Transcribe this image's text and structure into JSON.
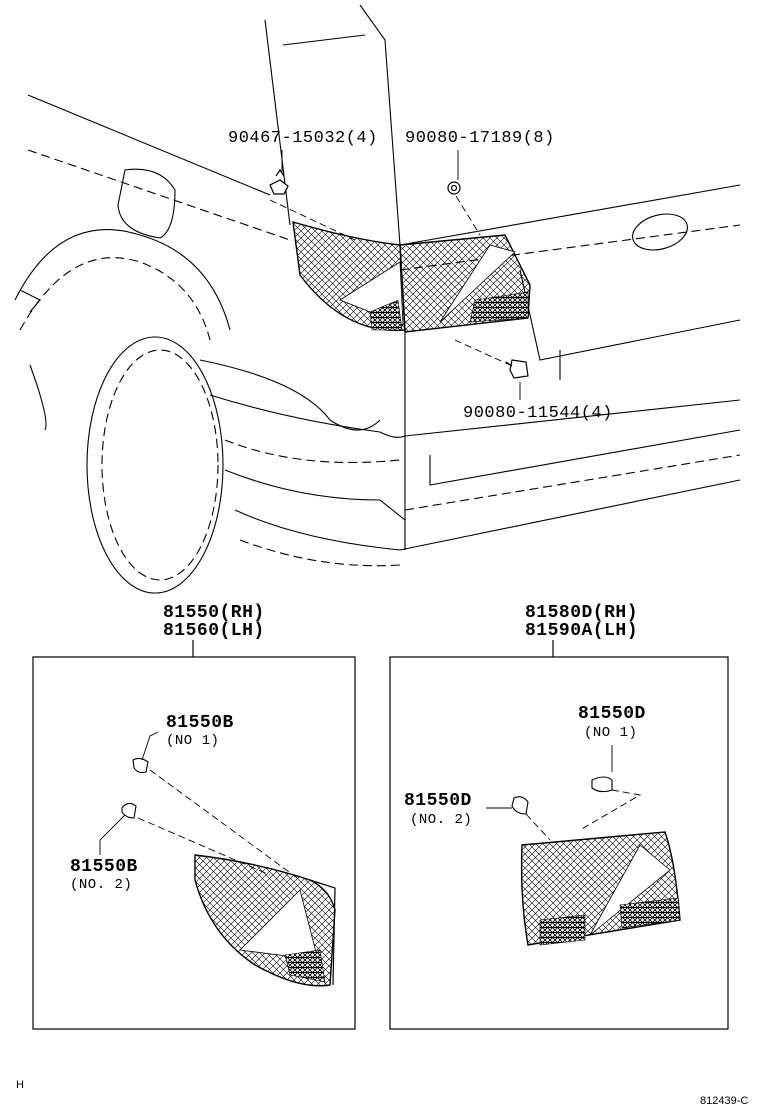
{
  "callouts": {
    "clip_top": "90467-15032(4)",
    "screw_top": "90080-17189(8)",
    "bolt": "90080-11544(4)",
    "left_box": {
      "line1": "81550(RH)",
      "line2": "81560(LH)"
    },
    "right_box": {
      "line1": "81580D(RH)",
      "line2": "81590A(LH)"
    },
    "left_bulb1": {
      "part": "81550B",
      "note": "(NO 1)"
    },
    "left_bulb2": {
      "part": "81550B",
      "note": "(NO. 2)"
    },
    "right_bulb1": {
      "part": "81550D",
      "note": "(NO 1)"
    },
    "right_bulb2": {
      "part": "81550D",
      "note": "(NO. 2)"
    }
  },
  "footer": {
    "left_mark": "H",
    "figure_id": "812439-C"
  },
  "colors": {
    "ink": "#000000",
    "paper": "#ffffff"
  }
}
